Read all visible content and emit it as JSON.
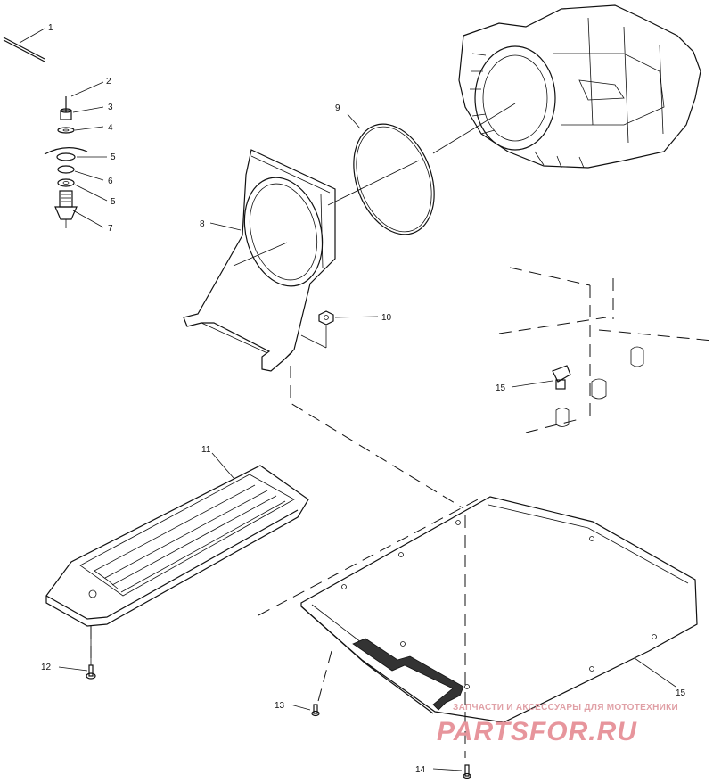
{
  "callouts": {
    "c1": "1",
    "c2": "2",
    "c3": "3",
    "c4": "4",
    "c5a": "5",
    "c6": "6",
    "c5b": "5",
    "c7": "7",
    "c8": "8",
    "c9": "9",
    "c10": "10",
    "c11": "11",
    "c12": "12",
    "c13": "13",
    "c14": "14",
    "c15a": "15",
    "c15b": "15"
  },
  "watermark": {
    "tagline": "ЗАПЧАСТИ И АКСЕССУАРЫ ДЛЯ МОТОТЕХНИКИ",
    "brand": "PARTSFOR.RU"
  }
}
